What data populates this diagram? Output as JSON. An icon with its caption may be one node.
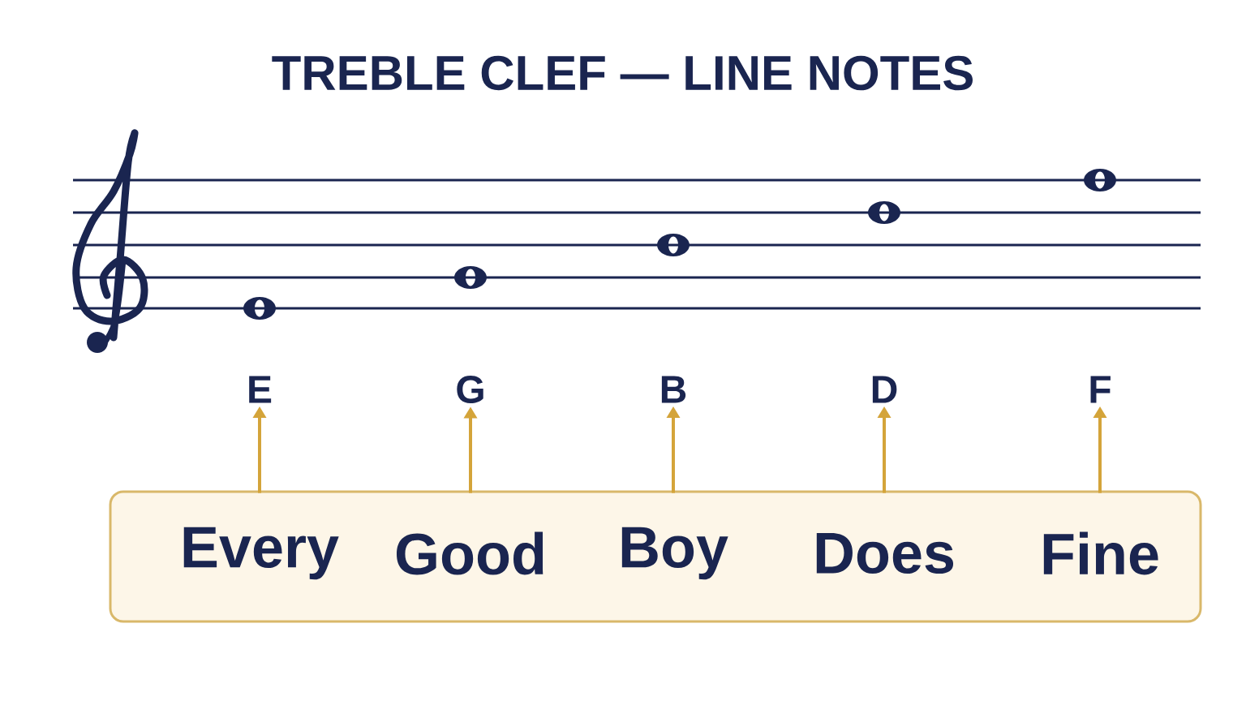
{
  "diagram": {
    "title": "TREBLE CLEF — LINE NOTES",
    "nodes": [
      {
        "text": [
          "E"
        ]
      },
      {
        "text": [
          "G"
        ]
      },
      {
        "text": [
          "B"
        ]
      },
      {
        "text": [
          "D"
        ]
      },
      {
        "text": [
          "F"
        ]
      },
      {
        "text": [],
        "shape": "box"
      },
      {
        "text": [
          "Every"
        ],
        "in": 5
      },
      {
        "text": [
          "Good"
        ],
        "in": 5
      },
      {
        "text": [
          "Boy"
        ],
        "in": 5
      },
      {
        "text": [
          "Does"
        ],
        "in": 5
      },
      {
        "text": [
          "Fine"
        ],
        "in": 5
      }
    ],
    "edges": [
      {
        "from": 6,
        "to": 0,
        "arrow": "to"
      },
      {
        "from": 7,
        "to": 1,
        "arrow": "to"
      },
      {
        "from": 8,
        "to": 2,
        "arrow": "to"
      },
      {
        "from": 9,
        "to": 3,
        "arrow": "to"
      },
      {
        "from": 10,
        "to": 4,
        "arrow": "to"
      }
    ]
  }
}
